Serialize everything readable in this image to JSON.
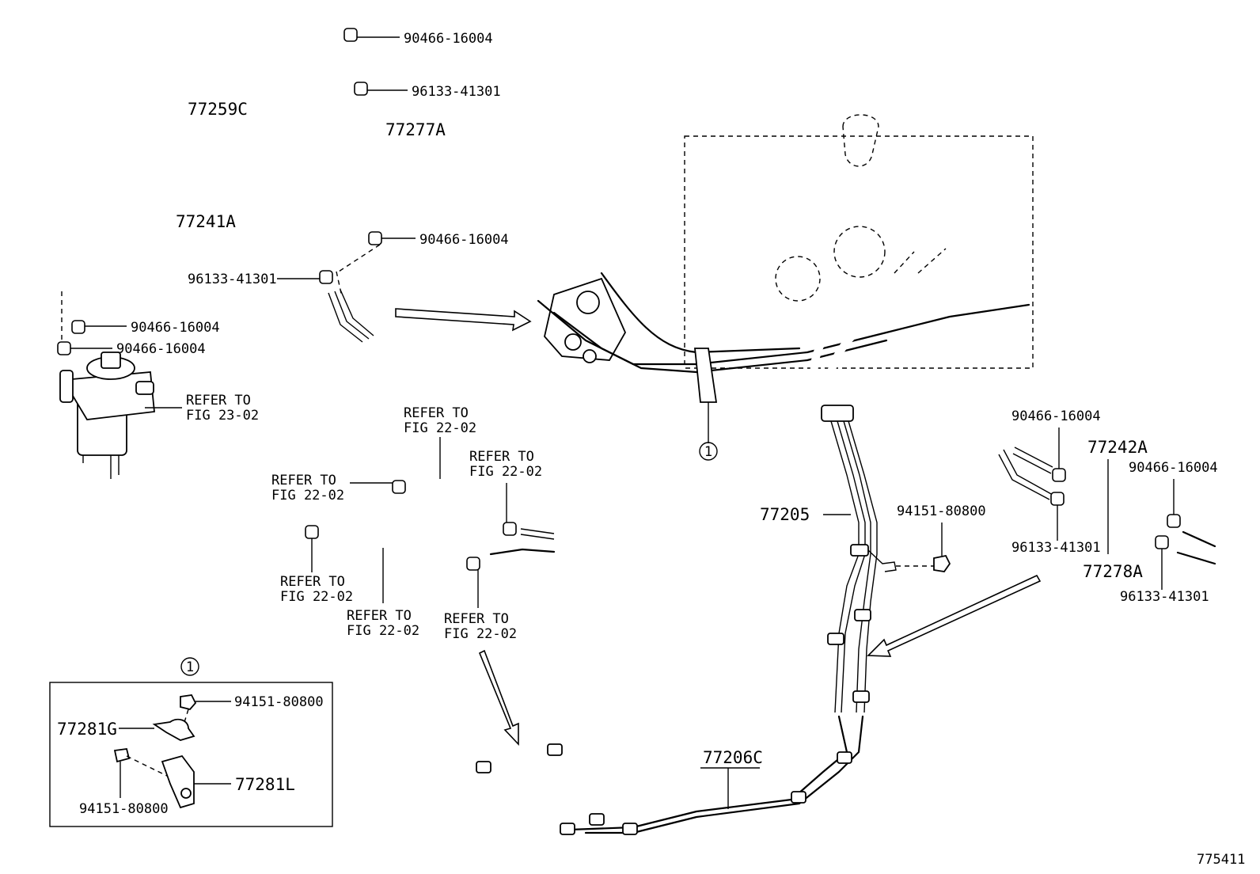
{
  "diagram": {
    "figure_number": "775411",
    "callout_symbol": "1",
    "labels": {
      "p_77259C": "77259C",
      "p_77241A": "77241A",
      "p_77277A": "77277A",
      "p_90466_top": "90466-16004",
      "p_96133_top": "96133-41301",
      "p_90466_mid": "90466-16004",
      "p_96133_mid": "96133-41301",
      "p_90466_left1": "90466-16004",
      "p_90466_left2": "90466-16004",
      "refer_fig23_l1": "REFER TO",
      "refer_fig23_l2": "FIG 23-02",
      "refer_a_l1": "REFER TO",
      "refer_a_l2": "FIG 22-02",
      "refer_b_l1": "REFER TO",
      "refer_b_l2": "FIG 22-02",
      "refer_c_l1": "REFER TO",
      "refer_c_l2": "FIG 22-02",
      "refer_d_l1": "REFER TO",
      "refer_d_l2": "FIG 22-02",
      "refer_e_l1": "REFER TO",
      "refer_e_l2": "FIG 22-02",
      "refer_f_l1": "REFER TO",
      "refer_f_l2": "FIG 22-02",
      "p_77205": "77205",
      "p_94151_mid": "94151-80800",
      "p_77206C": "77206C",
      "p_90466_right1": "90466-16004",
      "p_77242A": "77242A",
      "p_90466_right2": "90466-16004",
      "p_96133_right1": "96133-41301",
      "p_77278A": "77278A",
      "p_96133_right2": "96133-41301",
      "p_94151_inset1": "94151-80800",
      "p_77281G": "77281G",
      "p_77281L": "77281L",
      "p_94151_inset2": "94151-80800"
    }
  }
}
